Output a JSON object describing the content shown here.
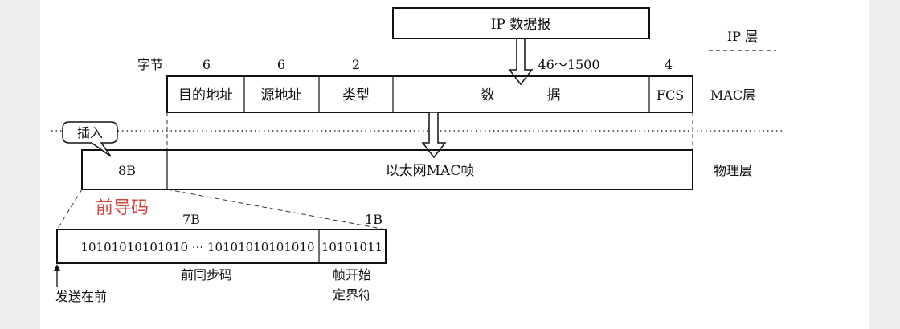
{
  "network": {
    "ip_packet": "IP 数据报",
    "ip_layer": "IP 层",
    "mac_layer": "MAC层",
    "physical_layer": "物理层",
    "bytes_label": "字节",
    "field_sizes": [
      "6",
      "6",
      "2",
      "46～1500",
      "4"
    ],
    "fields": [
      "目的地址",
      "源地址",
      "类型",
      "数",
      "据",
      "FCS"
    ],
    "insert_label": "插入",
    "frame_8b": "8B",
    "ethernet_frame": "以太网MAC帧",
    "preamble_title": "前导码",
    "preamble_7b": "7B",
    "preamble_1b": "1B",
    "preamble_bits": "10101010101010  ···  10101010101010",
    "sfd_bits": "10101011",
    "preamble_label": "前同步码",
    "sfd_label_1": "帧开始",
    "sfd_label_2": "定界符",
    "send_first": "发送在前",
    "preamble_color": "#d2453a"
  }
}
